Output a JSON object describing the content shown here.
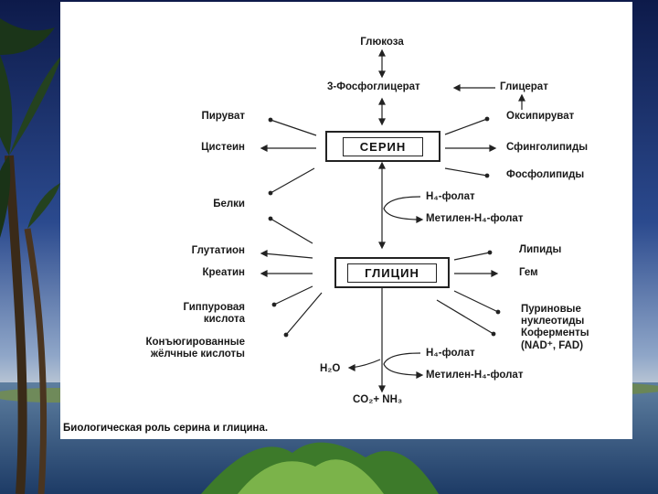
{
  "slide": {
    "caption": "Биологическая роль серина и глицина."
  },
  "nodes": {
    "serine": "СЕРИН",
    "glycine": "ГЛИЦИН",
    "glucose": "Глюкоза",
    "phosphoglycerate": "3-Фосфоглицерат",
    "glycerate": "Глицерат",
    "pyruvate": "Пируват",
    "hydroxypyruvate": "Оксипируват",
    "cysteine": "Цистеин",
    "sphingolipids": "Сфинголипиды",
    "phospholipids": "Фосфолипиды",
    "proteins": "Белки",
    "h4folate_1": "H₄-фолат",
    "methylene_h4folate_1": "Метилен-H₄-фолат",
    "glutathione": "Глутатион",
    "lipids": "Липиды",
    "creatine": "Креатин",
    "heme": "Гем",
    "hippuric_1": "Гиппуровая",
    "hippuric_2": "кислота",
    "purine_1": "Пуриновые",
    "purine_2": "нуклеотиды",
    "coenzymes_1": "Коферменты",
    "coenzymes_2": "(NAD⁺, FAD)",
    "bile_1": "Конъюгированные",
    "bile_2": "жёлчные кислоты",
    "h2o": "H₂O",
    "h4folate_2": "H₄-фолат",
    "methylene_h4folate_2": "Метилен-H₄-фолат",
    "co2_nh3": "CO₂+ NH₃"
  },
  "colors": {
    "card": "#ffffff",
    "text": "#1a1a1a",
    "line": "#222222"
  }
}
